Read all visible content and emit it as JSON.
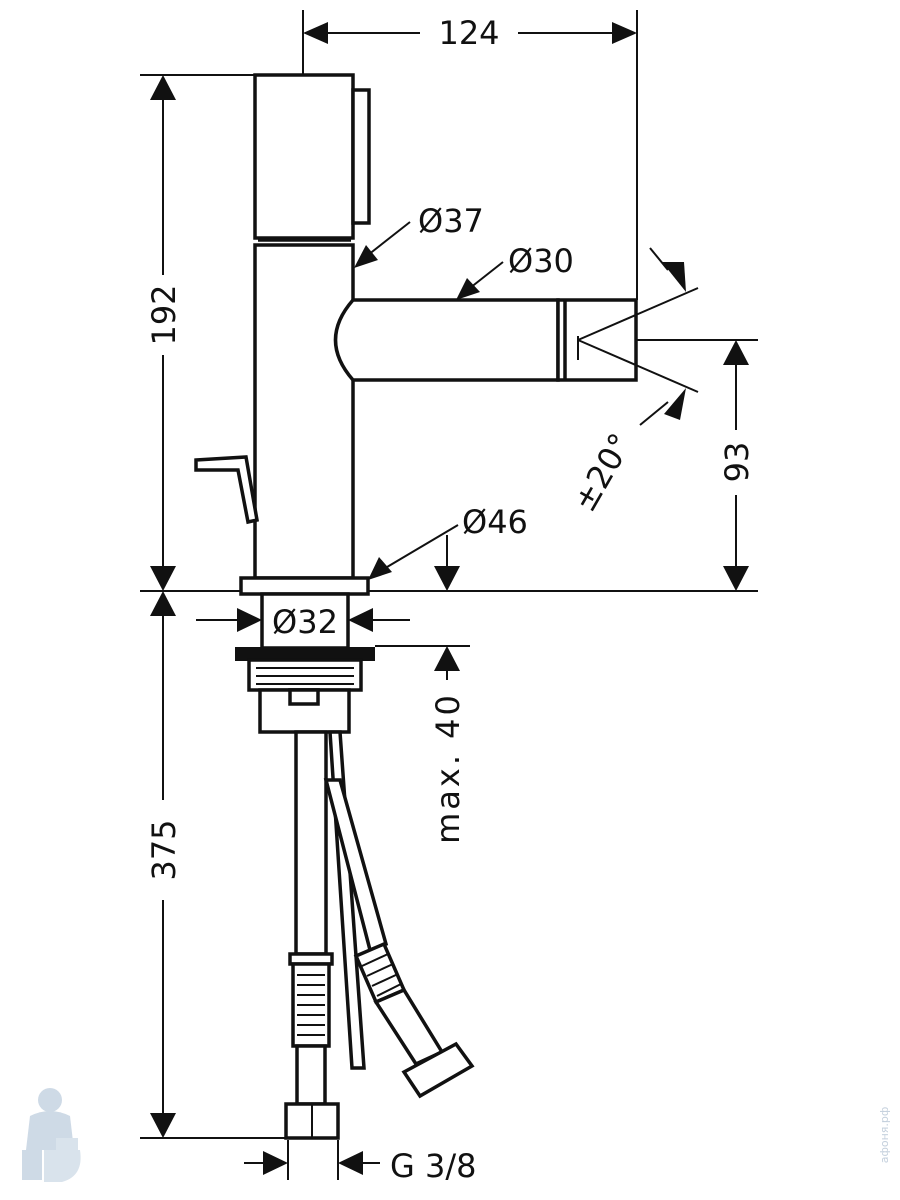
{
  "dimensions": {
    "width_total": "124",
    "height_upper": "192",
    "height_lower": "375",
    "spout_height": "93",
    "diam_handle": "Ø37",
    "diam_spout": "Ø30",
    "diam_base": "Ø46",
    "diam_shank": "Ø32",
    "max_thickness": "max. 40",
    "angle": "±20°",
    "thread": "G 3/8"
  },
  "watermark": {
    "site": "афоня.рф"
  },
  "colors": {
    "ink": "#111111",
    "watermark": "#b9c7d6"
  }
}
